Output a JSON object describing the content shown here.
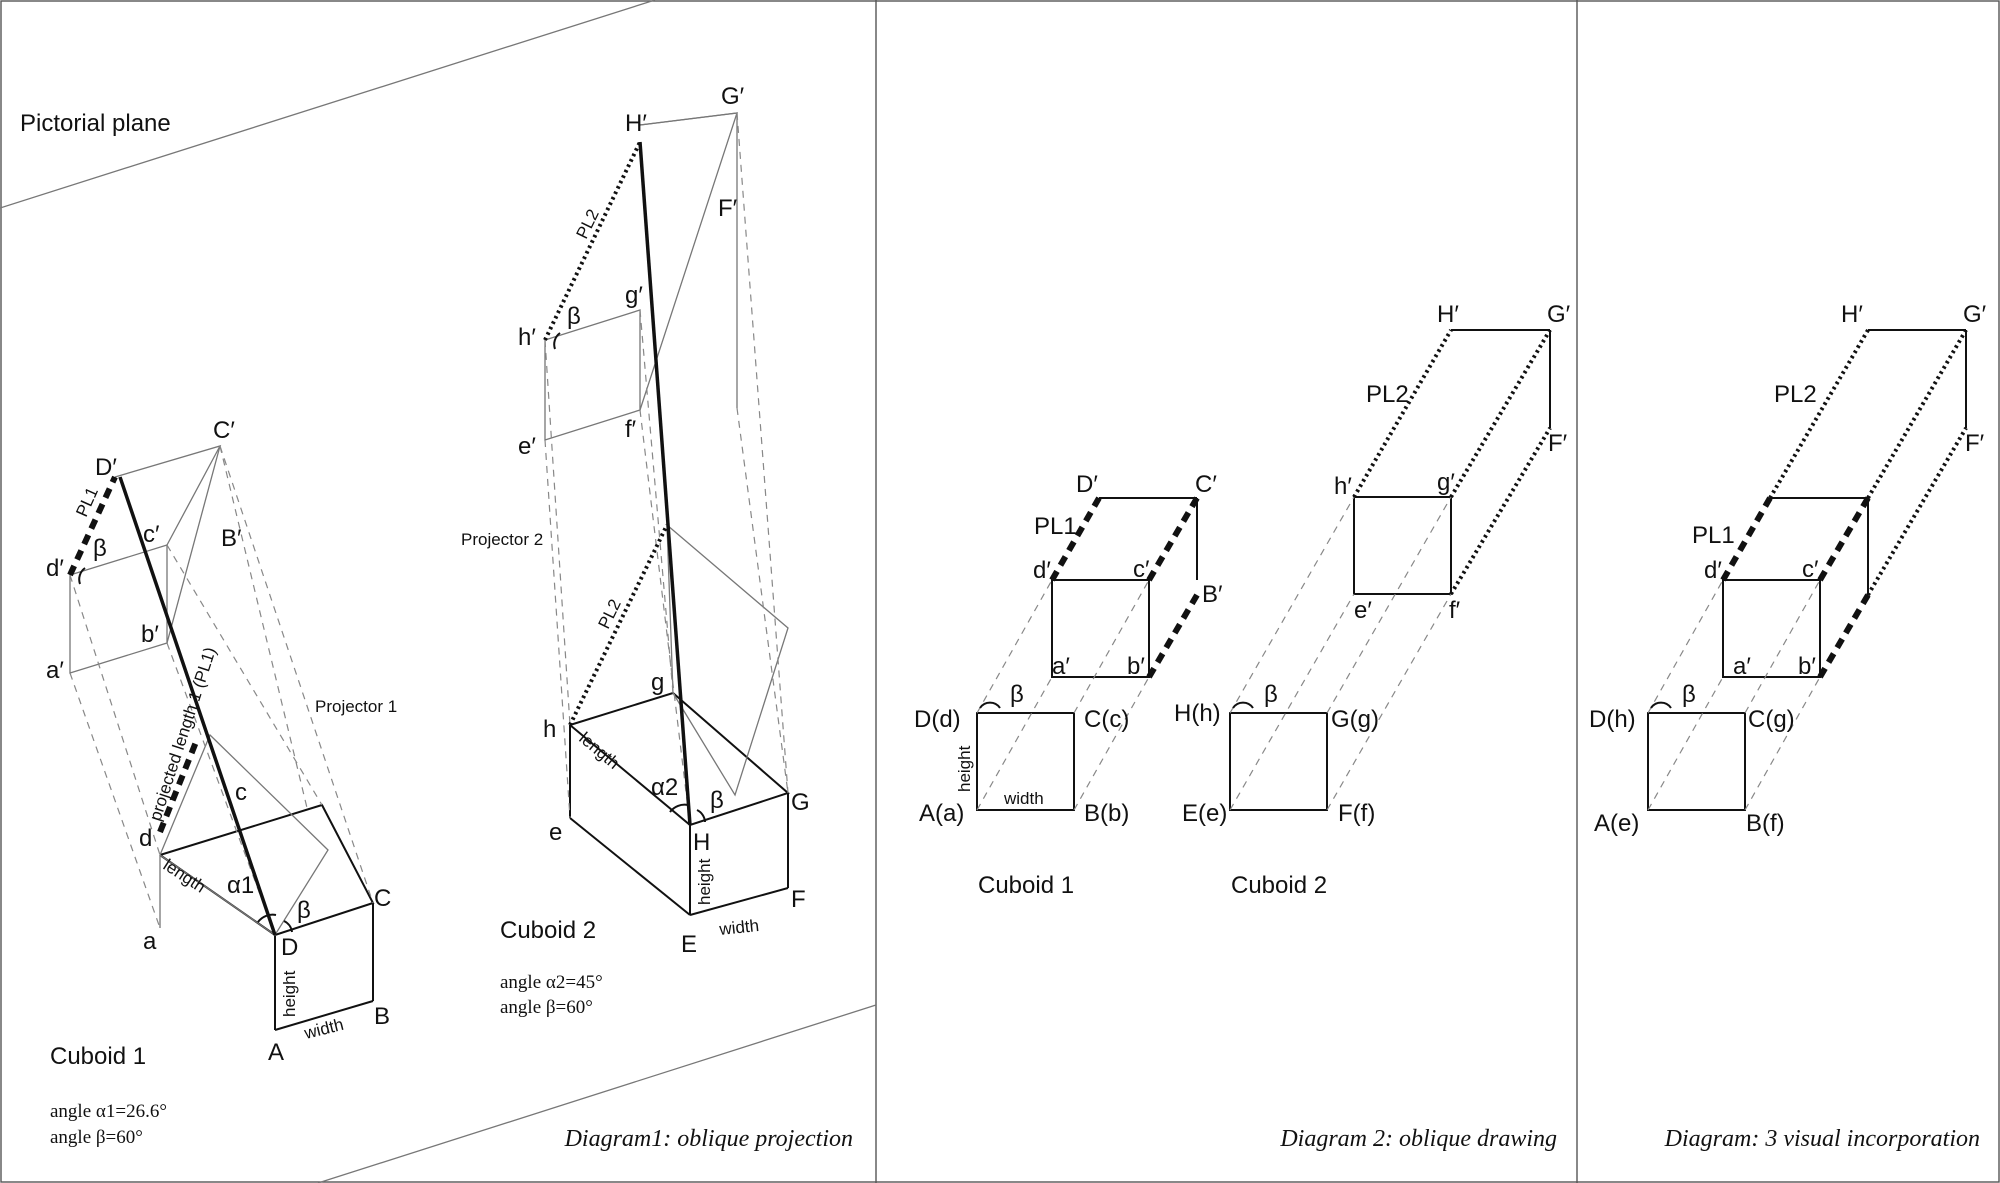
{
  "panel1": {
    "plane_label": "Pictorial plane",
    "caption": "Diagram1: oblique projection",
    "projector1": "Projector 1",
    "projector2": "Projector 2",
    "pl1": "PL1",
    "pl2": "PL2",
    "projected_length": "projected length 1 (PL1)",
    "cuboid1": {
      "title": "Cuboid 1",
      "note1": "angle α1=26.6°",
      "note2": "angle β=60°",
      "labels": {
        "A": "A",
        "B": "B",
        "C": "C",
        "D": "D",
        "a": "a",
        "c": "c",
        "d": "d",
        "a_p": "a′",
        "b_p": "b′",
        "c_p": "c′",
        "d_p": "d′",
        "B_p": "B′",
        "C_p": "C′",
        "D_p": "D′",
        "alpha": "α1",
        "beta": "β",
        "beta2": "β",
        "length": "length",
        "height": "height",
        "width": "width"
      }
    },
    "cuboid2": {
      "title": "Cuboid 2",
      "note1": "angle α2=45°",
      "note2": "angle β=60°",
      "labels": {
        "E": "E",
        "F": "F",
        "G": "G",
        "H": "H",
        "e": "e",
        "g": "g",
        "h": "h",
        "e_p": "e′",
        "f_p": "f′",
        "g_p": "g′",
        "h_p": "h′",
        "F_p": "F′",
        "G_p": "G′",
        "H_p": "H′",
        "alpha": "α2",
        "beta": "β",
        "beta2": "β",
        "length": "length",
        "height": "height",
        "width": "width"
      }
    }
  },
  "panel2": {
    "caption": "Diagram 2: oblique drawing",
    "cuboid1": {
      "title": "Cuboid 1",
      "labels": {
        "Aa": "A(a)",
        "Bb": "B(b)",
        "Cc": "C(c)",
        "Dd": "D(d)",
        "a_p": "a′",
        "b_p": "b′",
        "c_p": "c′",
        "d_p": "d′",
        "B_p": "B′",
        "C_p": "C′",
        "D_p": "D′",
        "pl1": "PL1",
        "beta": "β",
        "height": "height",
        "width": "width"
      }
    },
    "cuboid2": {
      "title": "Cuboid 2",
      "labels": {
        "Ee": "E(e)",
        "Ff": "F(f)",
        "Gg": "G(g)",
        "Hh": "H(h)",
        "e_p": "e′",
        "f_p": "f′",
        "g_p": "g′",
        "h_p": "h′",
        "F_p": "F′",
        "G_p": "G′",
        "H_p": "H′",
        "pl2": "PL2",
        "beta": "β"
      }
    }
  },
  "panel3": {
    "caption": "Diagram: 3 visual incorporation",
    "labels": {
      "Ae": "A(e)",
      "Bf": "B(f)",
      "Cg": "C(g)",
      "Dh": "D(h)",
      "a_p": "a′",
      "b_p": "b′",
      "c_p": "c′",
      "d_p": "d′",
      "F_p": "F′",
      "G_p": "G′",
      "H_p": "H′",
      "pl1": "PL1",
      "pl2": "PL2",
      "beta": "β"
    }
  }
}
